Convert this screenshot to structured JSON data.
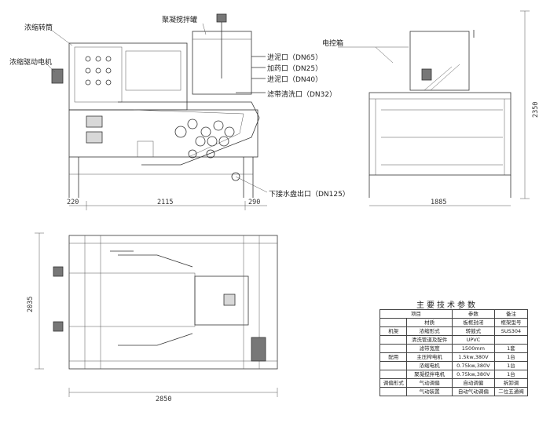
{
  "labels": {
    "thickening_drum": "浓缩转筒",
    "thickening_motor": "浓缩驱动电机",
    "flocculation_tank": "聚凝搅拌罐",
    "sludge_inlet": "进泥口（DN65）",
    "dosing_inlet": "加药口（DN25）",
    "sludge_inlet2": "进泥口（DN40）",
    "belt_wash_inlet": "滤带清洗口（DN32）",
    "drain_outlet": "下接水盘出口（DN125）",
    "control_box": "电控箱"
  },
  "dimensions": {
    "front_left": "220",
    "front_mid": "2115",
    "front_right": "290",
    "side_width": "1885",
    "height": "2350",
    "top_depth": "2035",
    "top_width": "2850"
  },
  "spec_table": {
    "title": "主要技术参数",
    "headers": [
      "项目",
      "参数",
      "备注"
    ],
    "rows": [
      [
        "",
        "材质",
        "板框封闭",
        "框架型号"
      ],
      [
        "机架",
        "浓缩形式",
        "转鼓式",
        "SUS304"
      ],
      [
        "",
        "清洗管道及配件",
        "UPVC",
        ""
      ],
      [
        "",
        "滤带宽度",
        "1500mm",
        "1套"
      ],
      [
        "配用",
        "主压榨电机",
        "1.5kw,380V",
        "1台"
      ],
      [
        "",
        "浓缩电机",
        "0.75kw,380V",
        "1台"
      ],
      [
        "",
        "聚凝搅拌电机",
        "0.75kw,380V",
        "1台"
      ],
      [
        "调偏形式",
        "气动调偏",
        "自动调偏",
        "拆卸调"
      ],
      [
        "",
        "气动装置",
        "自动气动调偏",
        "二位五通阀"
      ]
    ]
  }
}
